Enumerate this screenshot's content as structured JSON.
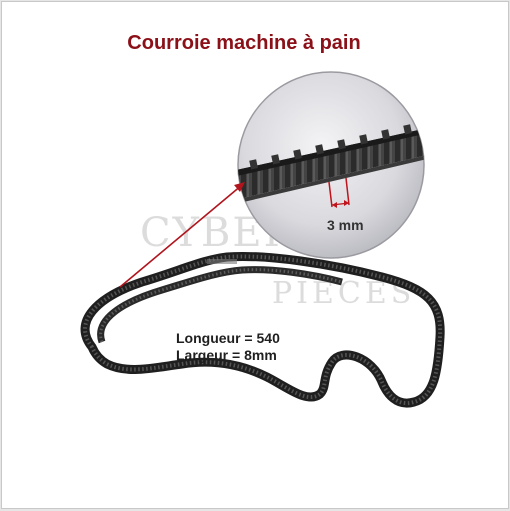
{
  "product": {
    "title": "Courroie machine à pain",
    "pitch_label": "3 mm",
    "length_label": "Longueur = 540",
    "width_label": "Largeur = 8mm"
  },
  "watermark": {
    "brand_top": "CYBER",
    "brand_bottom": "PIECES"
  },
  "colors": {
    "title": "#8b1018",
    "arrow": "#b0141c",
    "belt": "#262626",
    "watermark": "#dcdcdc"
  }
}
